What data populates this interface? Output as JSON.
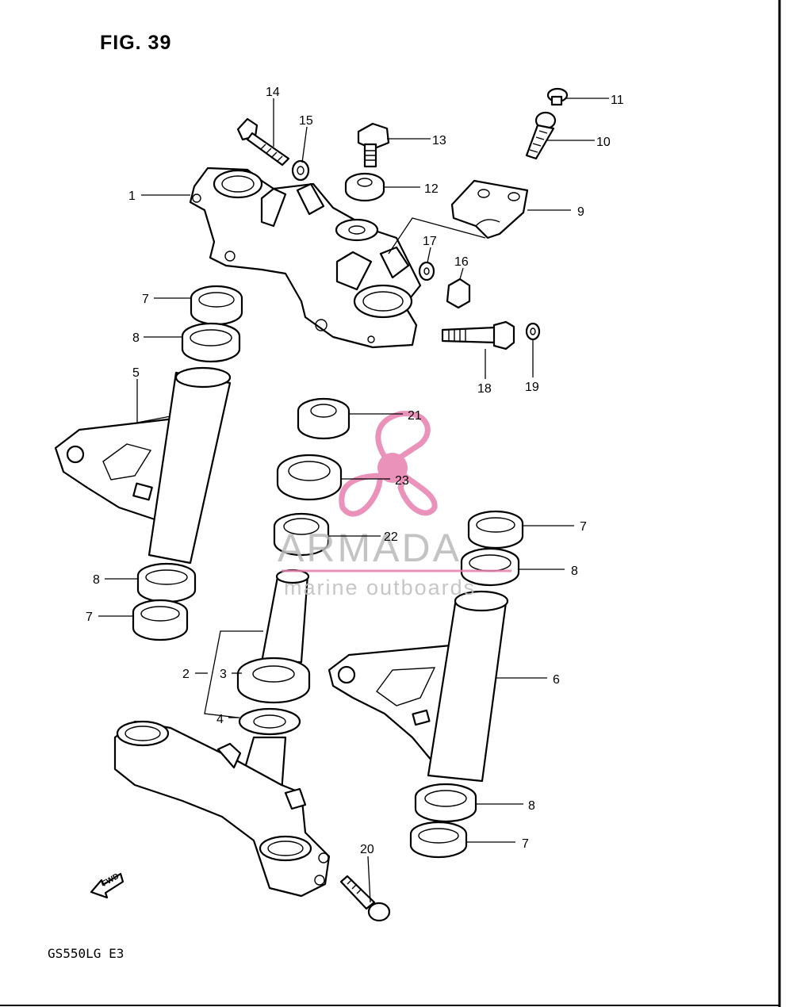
{
  "figure": {
    "title": "FIG. 39",
    "model_code": "GS550LG E3",
    "direction_label": "FWD"
  },
  "watermark": {
    "brand": "ARMADA",
    "tagline": "marine outboards",
    "color": "#e87fb0"
  },
  "callouts": [
    {
      "id": "c1",
      "label": "1"
    },
    {
      "id": "c2",
      "label": "2"
    },
    {
      "id": "c3",
      "label": "3"
    },
    {
      "id": "c4",
      "label": "4"
    },
    {
      "id": "c5",
      "label": "5"
    },
    {
      "id": "c6",
      "label": "6"
    },
    {
      "id": "c7a",
      "label": "7"
    },
    {
      "id": "c7b",
      "label": "7"
    },
    {
      "id": "c7c",
      "label": "7"
    },
    {
      "id": "c7d",
      "label": "7"
    },
    {
      "id": "c8a",
      "label": "8"
    },
    {
      "id": "c8b",
      "label": "8"
    },
    {
      "id": "c8c",
      "label": "8"
    },
    {
      "id": "c8d",
      "label": "8"
    },
    {
      "id": "c9",
      "label": "9"
    },
    {
      "id": "c10",
      "label": "10"
    },
    {
      "id": "c11",
      "label": "11"
    },
    {
      "id": "c12",
      "label": "12"
    },
    {
      "id": "c13",
      "label": "13"
    },
    {
      "id": "c14",
      "label": "14"
    },
    {
      "id": "c15",
      "label": "15"
    },
    {
      "id": "c16",
      "label": "16"
    },
    {
      "id": "c17",
      "label": "17"
    },
    {
      "id": "c18",
      "label": "18"
    },
    {
      "id": "c19",
      "label": "19"
    },
    {
      "id": "c20",
      "label": "20"
    },
    {
      "id": "c21",
      "label": "21"
    },
    {
      "id": "c22",
      "label": "22"
    },
    {
      "id": "c23",
      "label": "23"
    }
  ]
}
